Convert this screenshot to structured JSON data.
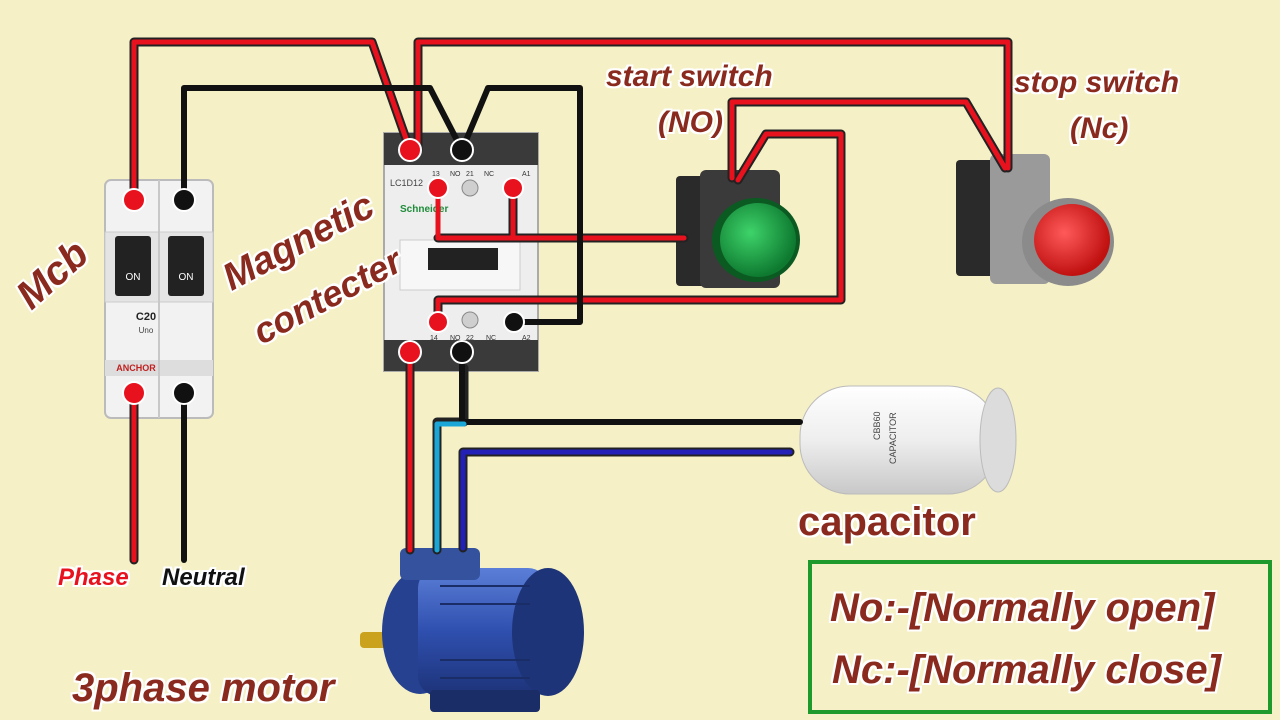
{
  "labels": {
    "mcb": "Mcb",
    "magnetic": "Magnetic",
    "contecter": "contecter",
    "start_switch": "start switch",
    "start_type": "(NO)",
    "stop_switch": "stop switch",
    "stop_type": "(Nc)",
    "capacitor": "capacitor",
    "motor": "3phase motor",
    "phase": "Phase",
    "neutral": "Neutral"
  },
  "legend": {
    "no": "No:-[Normally open]",
    "nc": "Nc:-[Normally close]"
  },
  "mcb_device": {
    "on_left": "ON",
    "on_right": "ON",
    "rating": "C20",
    "brand": "ANCHOR",
    "series": "Uno"
  },
  "contactor_device": {
    "model": "LC1D12",
    "brand": "Schneider",
    "top_terminals": [
      "13",
      "NO",
      "21",
      "NC",
      "A1"
    ],
    "bottom_terminals": [
      "14",
      "NO",
      "22",
      "NC",
      "A2"
    ]
  },
  "capacitor_device": {
    "model": "CBB60",
    "type": "CAPACITOR"
  },
  "colors": {
    "background": "#f5f0c6",
    "phase_wire": "#e8121e",
    "neutral_wire": "#111111",
    "cyan_wire": "#1aa7d8",
    "blue_wire": "#2320b8",
    "label_text": "#8a2a1e",
    "legend_border": "#1e9a2c"
  }
}
